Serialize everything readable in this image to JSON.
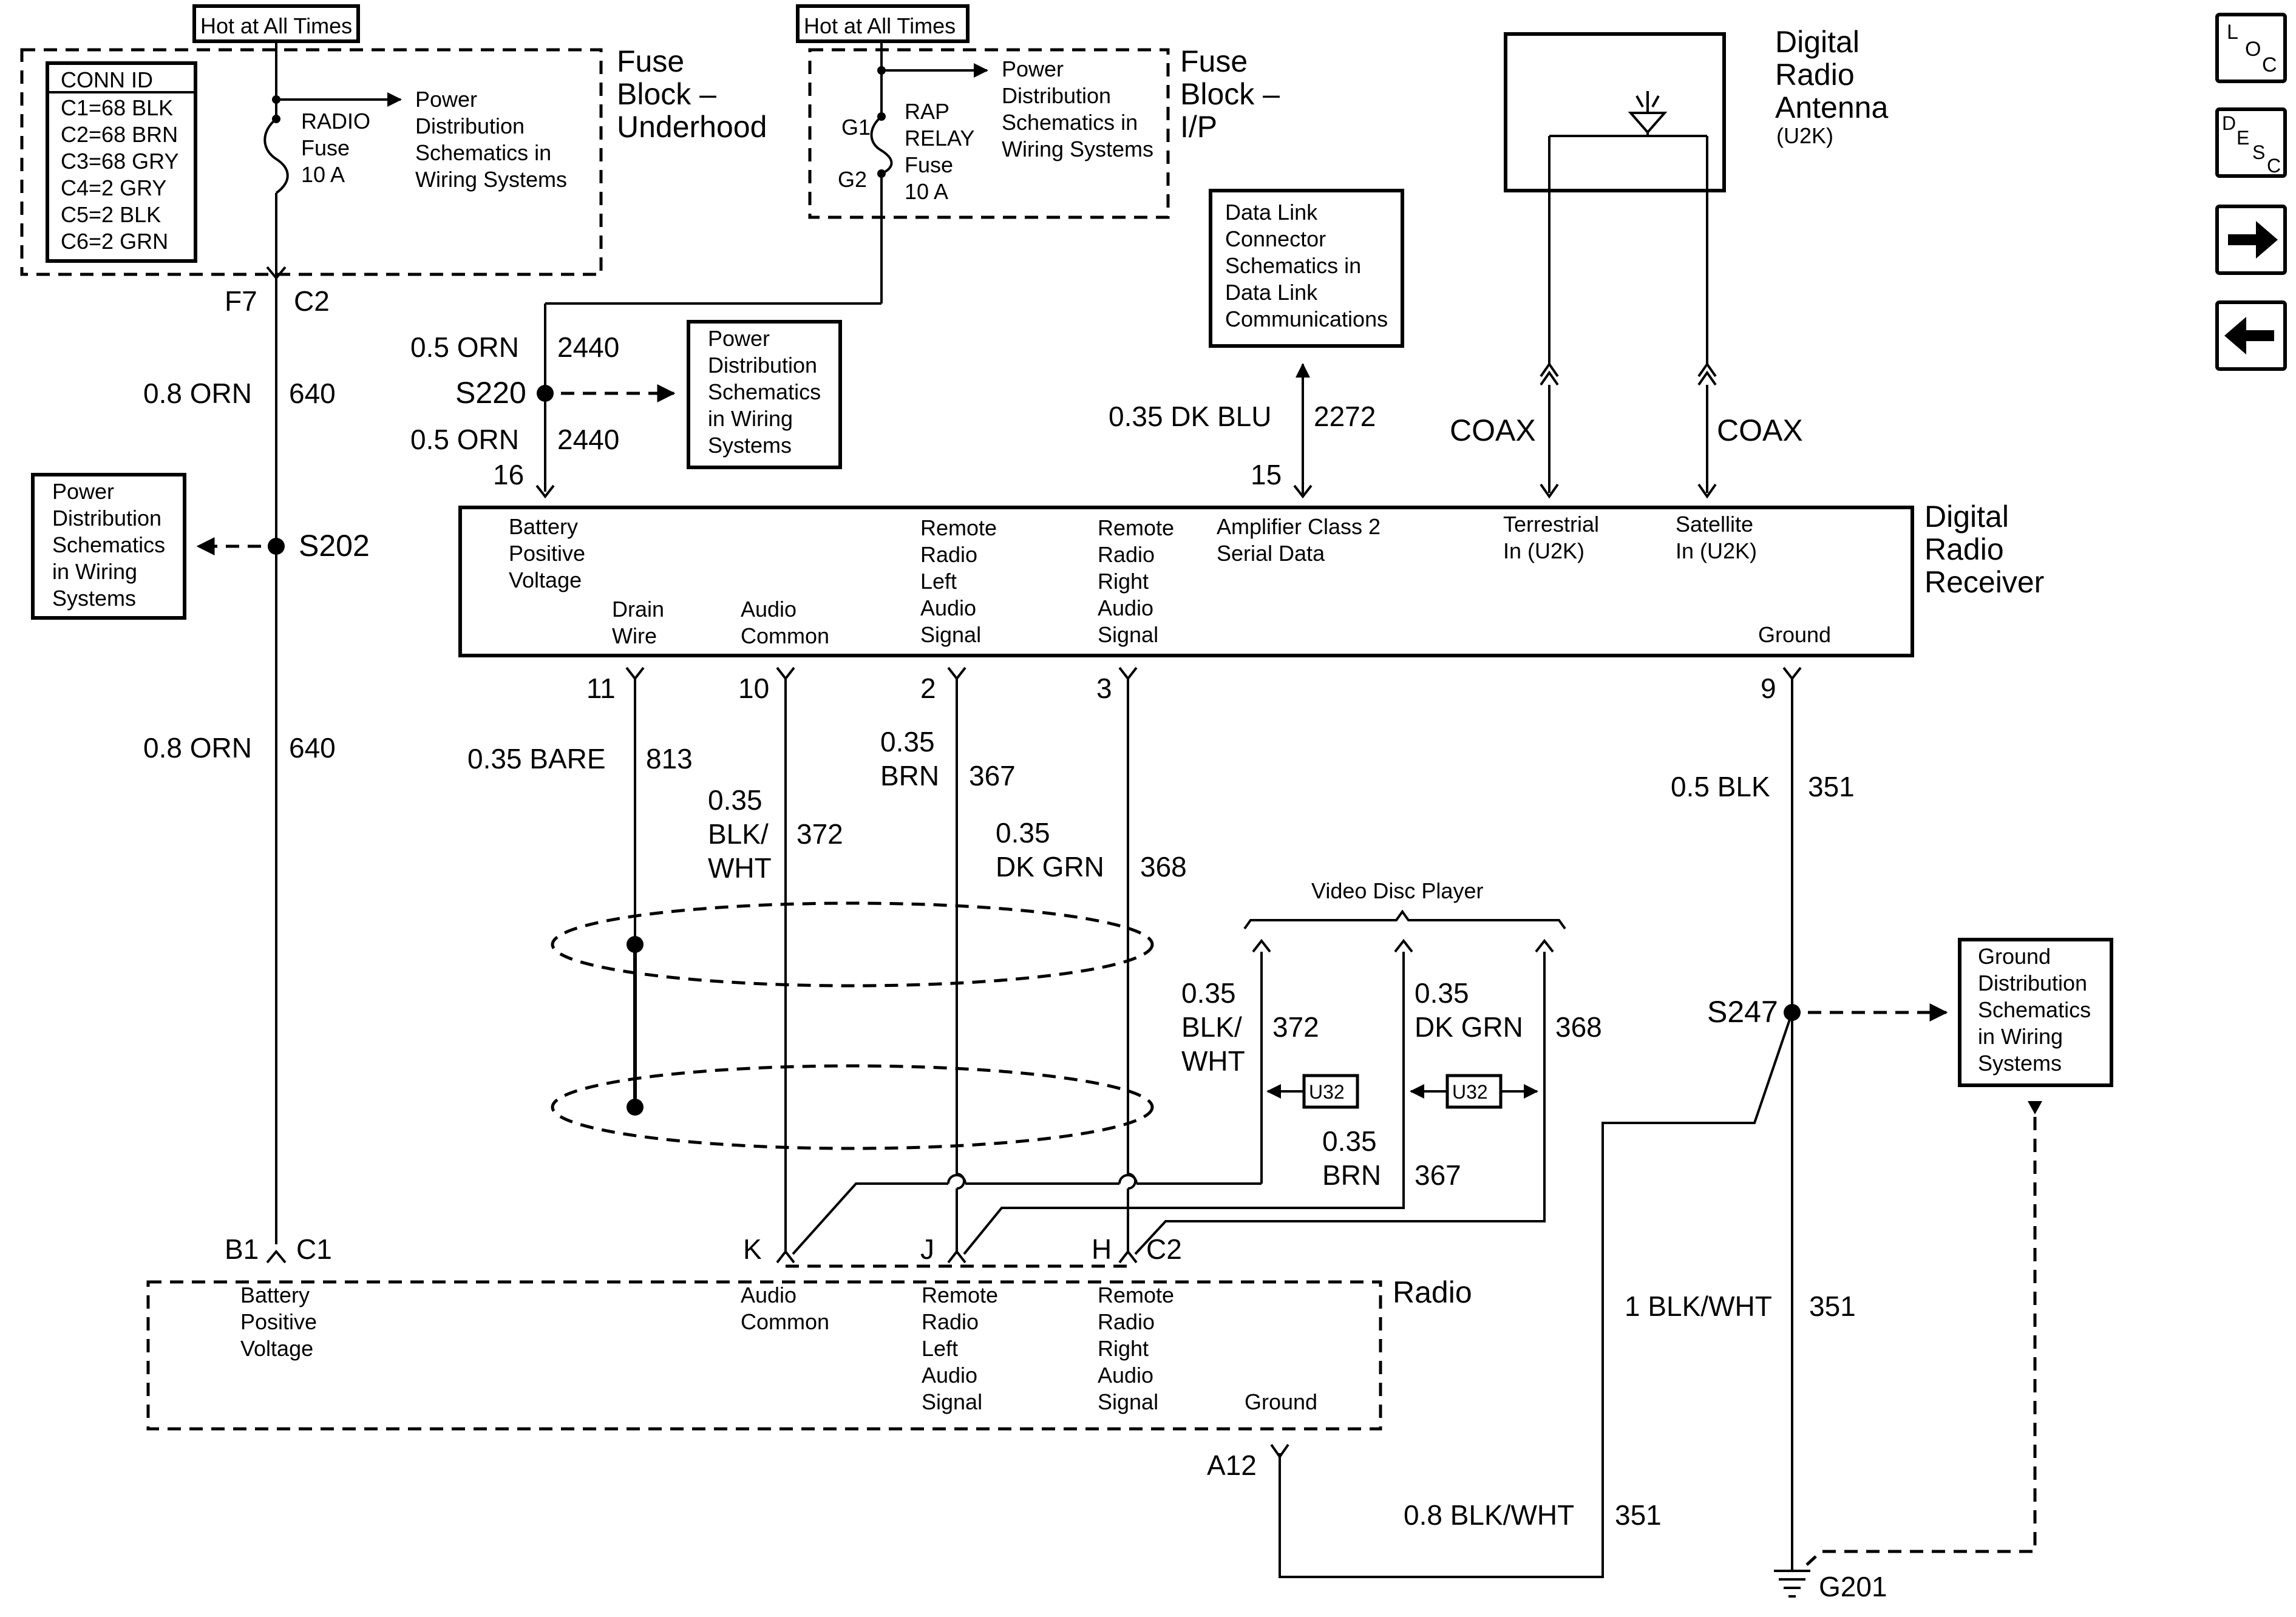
{
  "colors": {
    "ink": "#000000",
    "paper": "#ffffff"
  },
  "nav": {
    "loc": {
      "l": "L",
      "o": "O",
      "c": "C"
    },
    "desc": {
      "d": "D",
      "e": "E",
      "s": "S",
      "c": "C"
    },
    "next_icon": "arrow-right",
    "prev_icon": "arrow-left"
  },
  "hot_at_all_times": "Hot at All Times",
  "fuse_underhood": {
    "title": [
      "Fuse",
      "Block –",
      "Underhood"
    ],
    "conn_id": [
      "CONN ID",
      "C1=68 BLK",
      "C2=68 BRN",
      "C3=68 GRY",
      "C4=2 GRY",
      "C5=2 BLK",
      "C6=2 GRN"
    ],
    "fuse": [
      "RADIO",
      "Fuse",
      "10 A"
    ],
    "ref": [
      "Power",
      "Distribution",
      "Schematics in",
      "Wiring Systems"
    ],
    "pin": "F7",
    "connector": "C2"
  },
  "fuse_ip": {
    "title": [
      "Fuse",
      "Block –",
      "I/P"
    ],
    "g1": "G1",
    "g2": "G2",
    "fuse": [
      "RAP",
      "RELAY",
      "Fuse",
      "10 A"
    ],
    "ref": [
      "Power",
      "Distribution",
      "Schematics in",
      "Wiring Systems"
    ]
  },
  "pd_box": [
    "Power",
    "Distribution",
    "Schematics",
    "in Wiring",
    "Systems"
  ],
  "dlc_box": [
    "Data Link",
    "Connector",
    "Schematics in",
    "Data Link",
    "Communications"
  ],
  "gd_box": [
    "Ground",
    "Distribution",
    "Schematics",
    "in Wiring",
    "Systems"
  ],
  "antenna": {
    "title": [
      "Digital",
      "Radio",
      "Antenna"
    ],
    "sub": "(U2K)"
  },
  "receiver": {
    "title": [
      "Digital",
      "Radio",
      "Receiver"
    ],
    "bpv": [
      "Battery",
      "Positive",
      "Voltage"
    ],
    "drain": [
      "Drain",
      "Wire"
    ],
    "acom": [
      "Audio",
      "Common"
    ],
    "rl": [
      "Remote",
      "Radio",
      "Left",
      "Audio",
      "Signal"
    ],
    "rr": [
      "Remote",
      "Radio",
      "Right",
      "Audio",
      "Signal"
    ],
    "amp": [
      "Amplifier Class 2",
      "Serial Data"
    ],
    "terr": [
      "Terrestrial",
      "In (U2K)"
    ],
    "sat": [
      "Satellite",
      "In (U2K)"
    ],
    "gnd": "Ground"
  },
  "radio": {
    "title": "Radio",
    "bpv": [
      "Battery",
      "Positive",
      "Voltage"
    ],
    "acom": [
      "Audio",
      "Common"
    ],
    "rl": [
      "Remote",
      "Radio",
      "Left",
      "Audio",
      "Signal"
    ],
    "rr": [
      "Remote",
      "Radio",
      "Right",
      "Audio",
      "Signal"
    ],
    "gnd": "Ground",
    "pin_b1": "B1",
    "conn_c1": "C1",
    "pin_k": "K",
    "pin_j": "J",
    "pin_h": "H",
    "conn_c2": "C2",
    "pin_a12": "A12"
  },
  "vdp": {
    "title": "Video Disc Player",
    "u32": "U32"
  },
  "splices": {
    "s202": "S202",
    "s220": "S220",
    "s247": "S247",
    "g201": "G201"
  },
  "pins": {
    "p16": "16",
    "p15": "15",
    "p11": "11",
    "p10": "10",
    "p2": "2",
    "p3": "3",
    "p9": "9"
  },
  "coax": "COAX",
  "wires": {
    "orn_08": "0.8 ORN",
    "c640": "640",
    "orn_05": "0.5 ORN",
    "c2440": "2440",
    "dkblu": "0.35 DK BLU",
    "c2272": "2272",
    "bare": "0.35 BARE",
    "c813": "813",
    "g035": "0.35",
    "blk_slash": "BLK/",
    "wht": "WHT",
    "c372": "372",
    "brn": "BRN",
    "c367": "367",
    "dkgrn": "DK GRN",
    "c368": "368",
    "blk_05": "0.5 BLK",
    "c351": "351",
    "blkwht_1": "1 BLK/WHT",
    "blkwht_08": "0.8 BLK/WHT"
  }
}
